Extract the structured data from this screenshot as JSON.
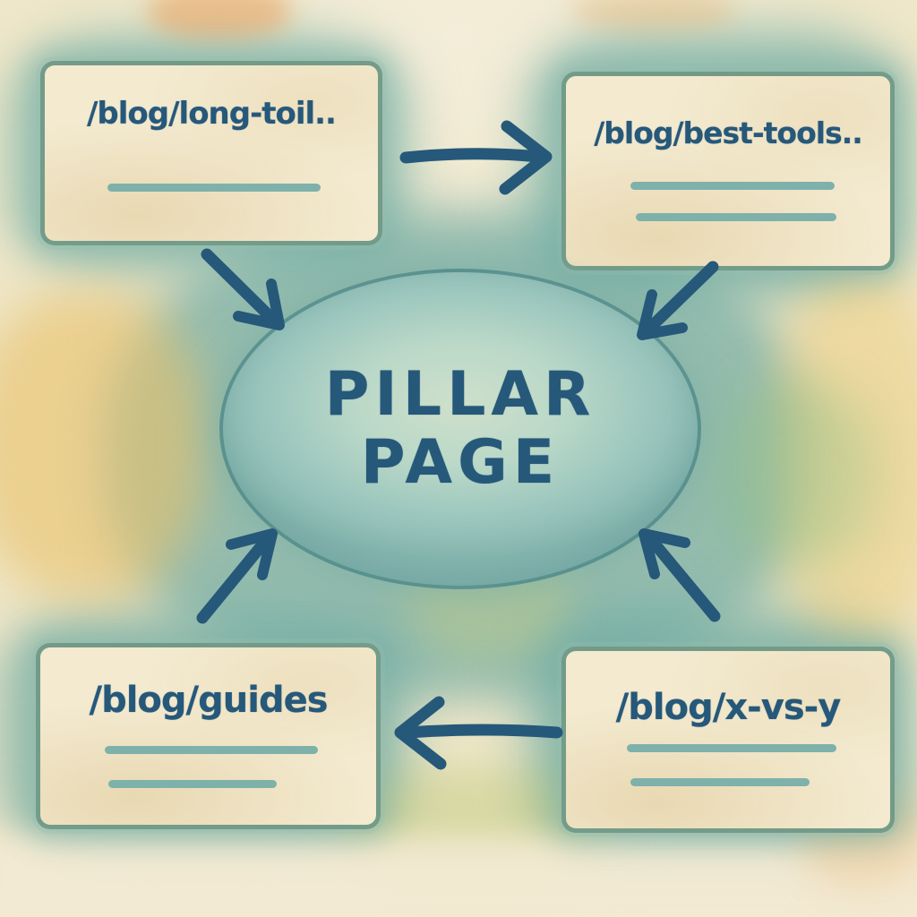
{
  "diagram": {
    "title": "Pillar page internal linking diagram",
    "center": {
      "line1": "PILLAR",
      "line2": "PAGE"
    },
    "nodes": [
      {
        "id": "top-left",
        "label": "/blog/long-toil..",
        "placeholder_lines": 1
      },
      {
        "id": "top-right",
        "label": "/blog/best-tools..",
        "placeholder_lines": 2
      },
      {
        "id": "bottom-left",
        "label": "/blog/guides",
        "placeholder_lines": 2
      },
      {
        "id": "bottom-right",
        "label": "/blog/x-vs-y",
        "placeholder_lines": 2
      }
    ],
    "edges": [
      {
        "from": "top-left",
        "to": "top-right",
        "direction": "right"
      },
      {
        "from": "top-left",
        "to": "pillar-page",
        "direction": "down-right"
      },
      {
        "from": "top-right",
        "to": "pillar-page",
        "direction": "down-left"
      },
      {
        "from": "bottom-left",
        "to": "pillar-page",
        "direction": "up-right"
      },
      {
        "from": "bottom-right",
        "to": "pillar-page",
        "direction": "up-left"
      },
      {
        "from": "bottom-right",
        "to": "bottom-left",
        "direction": "left"
      }
    ],
    "colors": {
      "ink": "#26587a",
      "paper": "#efe7c9",
      "box_fill": "#f3ead0",
      "box_border": "#5d8e7e",
      "underline": "#7eb1aa",
      "ellipse_fill": "#b2d3c5",
      "ellipse_border": "#4f8886",
      "wash_teal": "#7cb2a8",
      "wash_orange": "#e8a96e",
      "wash_yellow": "#e7c375",
      "wash_green": "#a8c184"
    }
  }
}
